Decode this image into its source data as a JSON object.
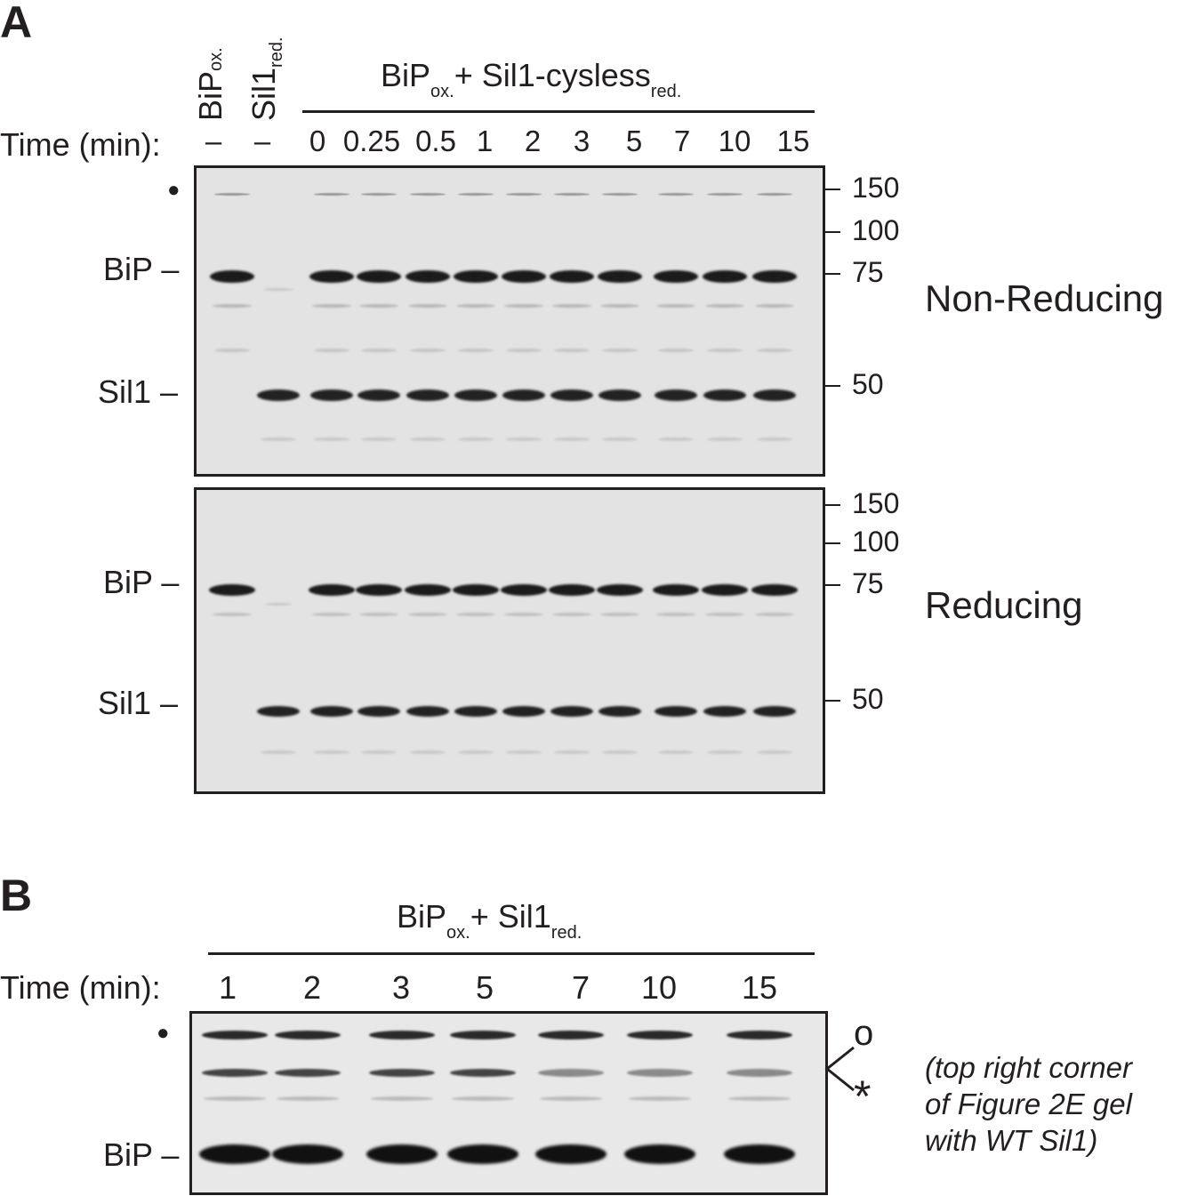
{
  "panel_a": {
    "letter": "A",
    "control_lanes": [
      {
        "main": "BiP",
        "sub": "ox."
      },
      {
        "main": "Sil1",
        "sub": "red."
      }
    ],
    "group_label": {
      "part1": "BiP",
      "sub1": "ox.",
      "part2": "+ Sil1-cysless",
      "sub2": "red."
    },
    "time_label": "Time (min):",
    "time_values": [
      "–",
      "–",
      "0",
      "0.25",
      "0.5",
      "1",
      "2",
      "3",
      "5",
      "7",
      "10",
      "15"
    ],
    "dot": "●",
    "gels": [
      {
        "condition": "Non-Reducing",
        "band_labels": [
          "BiP –",
          "Sil1 –"
        ],
        "markers": [
          "150",
          "100",
          "75",
          "50"
        ]
      },
      {
        "condition": "Reducing",
        "band_labels": [
          "BiP –",
          "Sil1 –"
        ],
        "markers": [
          "150",
          "100",
          "75",
          "50"
        ]
      }
    ]
  },
  "panel_b": {
    "letter": "B",
    "group_label": {
      "part1": "BiP",
      "sub1": "ox.",
      "part2": "+ Sil1",
      "sub2": "red."
    },
    "time_label": "Time (min):",
    "time_values": [
      "1",
      "2",
      "3",
      "5",
      "7",
      "10",
      "15"
    ],
    "dot": "●",
    "band_label": "BiP –",
    "open_circle": "o",
    "asterisk": "*",
    "note": [
      "(top right corner",
      "of Figure 2E gel",
      "with WT Sil1)"
    ]
  }
}
